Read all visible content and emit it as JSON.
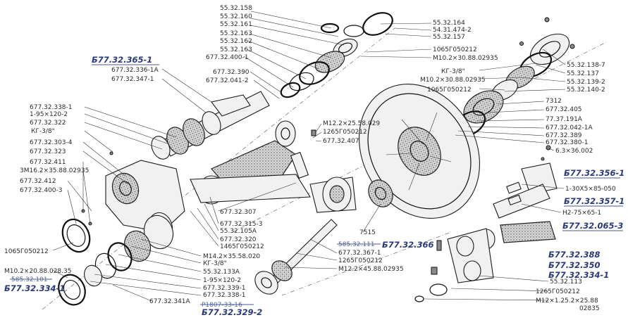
{
  "doc": {
    "figure_number": "02835"
  },
  "colors": {
    "ink": "#2a2a2a",
    "annotation_blue": "#2a3a78",
    "paper": "#ffffff"
  },
  "labels": {
    "l01": "55.32.158",
    "l02": "55.32.160",
    "l03": "55.32.161",
    "l04": "55.32.163",
    "l05": "55.32.162",
    "l06": "55.32.163",
    "l07": "677.32.400-1",
    "l08": "677.32.390",
    "l09": "677.32.041-2",
    "l10": "55.32.164",
    "l11": "54.31.474-2",
    "l12": "55.32.157",
    "l13": "1065Г050212",
    "l14": "М10.2×30.88.02935",
    "l15": "КГ-3/8\"",
    "l16": "М10.2×30.88.02935",
    "l17": "1065Г050212",
    "l18": "55.32.138-7",
    "l19": "55.32.137",
    "l20": "55.32.139-2",
    "l21": "55.32.140-2",
    "l22": "677.32.336-1А",
    "l23": "677.32.347-1",
    "l24": "677.32.338-1",
    "l25": "1-95×120-2",
    "l26": "677.32.322",
    "l27": "КГ-3/8\"",
    "l28": "677.32.303-4",
    "l29": "677.32.323",
    "l30": "677.32.411",
    "l31": "3М16.2×35.88.02935",
    "l32": "677.32.412",
    "l33": "677.32.400-3",
    "l34": "М12.2×25.58.029",
    "l35": "1265Г050212",
    "l36": "677.32.407",
    "l37": "7312",
    "l38": "677.32.405",
    "l39": "77.37.191А",
    "l40": "677.32.042-1А",
    "l41": "677.32.389",
    "l42": "677.32.380-1",
    "l43": "6.3×36.002",
    "l44": "1-30Х5×85-050",
    "l45": "Н2-75×65-1",
    "l46": "677.32.307",
    "l47": "677.32.315-3",
    "l48": "55.32.105А",
    "l49": "677.32.320",
    "l50": "1465Г050212",
    "l51": "М14.2×35.58.020",
    "l52": "КГ-3/8\"",
    "l53": "55.32.133А",
    "l54": "1-95×120-2",
    "l55": "677.32.339-1",
    "l56": "677.32.338-1",
    "l57": "677.32.341А",
    "l58": "7515",
    "l59": "677.32.367-1",
    "l60": "1265Г050212",
    "l61": "М12.2×45.88.02935",
    "l62": "55.32.113",
    "l63": "1265Г050212",
    "l64": "М12×1.25.2×25.88",
    "l65": "1065Г050212",
    "l66": "М10.2×20.88.028.35"
  },
  "annotations": {
    "a1": "Б77.32.365-1",
    "a2": "Б77.32.356-1",
    "a3": "Б77.32.357-1",
    "a4": "Б77.32.065-3",
    "a5": "Б77.32.366",
    "a6": "Б77.32.388",
    "a7": "Б77.32.350",
    "a8": "Б77.32.334-1",
    "a9": "Б77.32.334-1",
    "a10": "Б77.32.329-2"
  },
  "struck_out": {
    "s1": "585.32.101",
    "s2": "585.32.111",
    "s3": "Р1807-33-16"
  }
}
